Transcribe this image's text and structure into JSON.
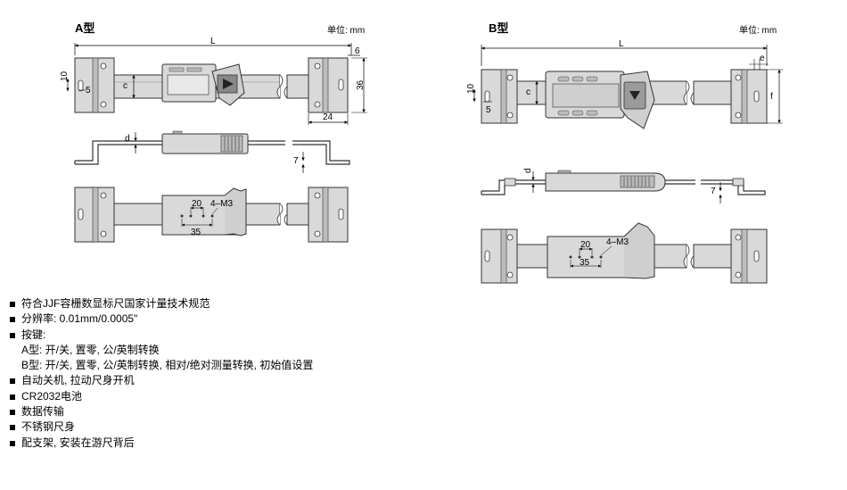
{
  "type_a": {
    "title": "A型",
    "unit": "单位: mm",
    "dims": {
      "L": "L",
      "w6": "6",
      "h36": "36",
      "w24": "24",
      "c": "c",
      "h10": "10",
      "h5": "5",
      "d": "d",
      "h7": "7",
      "m20": "20",
      "m35": "35",
      "m4m3": "4–M3"
    }
  },
  "type_b": {
    "title": "B型",
    "unit": "单位: mm",
    "dims": {
      "L": "L",
      "e": "e",
      "f": "f",
      "c": "c",
      "h10": "10",
      "h5": "5",
      "d": "d",
      "h7": "7",
      "m20": "20",
      "m35": "35",
      "m4m3": "4–M3"
    }
  },
  "features": [
    "符合JJF容栅数显标尺国家计量技术规范",
    "分辨率: 0.01mm/0.0005\"",
    "按键:",
    "A型: 开/关, 置零, 公/英制转换",
    "B型: 开/关, 置零, 公/英制转换, 相对/绝对测量转换, 初始值设置",
    "自动关机, 拉动尺身开机",
    "CR2032电池",
    "数据传输",
    "不锈钢尺身",
    "配支架, 安装在游尺背后"
  ]
}
